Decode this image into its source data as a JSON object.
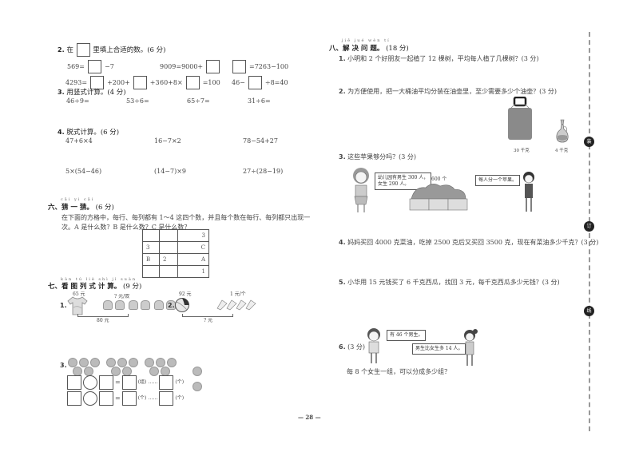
{
  "left_page": {
    "q2": {
      "num": "2.",
      "title_pre": "在",
      "title_post": "里填上合适的数。(6 分)",
      "rows": [
        [
          {
            "pre": "569=",
            "post": "−7"
          },
          {
            "pre": "9009=9000+",
            "post": ""
          },
          {
            "pre": "",
            "post": "=7263−100"
          }
        ]
      ],
      "row2": {
        "a_pre": "4293=",
        "a_mid1": "+200+",
        "a_post": "+3",
        "b_pre": "60+8×",
        "b_post": "=100",
        "c_pre": "46−",
        "c_post": "÷8=40"
      }
    },
    "q3": {
      "num": "3.",
      "title": "用竖式计算。(4 分)",
      "items": [
        "46÷9=",
        "53÷6=",
        "65÷7=",
        "31÷6="
      ]
    },
    "q4": {
      "num": "4.",
      "title": "脱式计算。(6 分)",
      "row1": [
        "47+6×4",
        "16−7×2",
        "78−54+27"
      ],
      "row2": [
        "5×(54−46)",
        "(14−7)×9",
        "27÷(28−19)"
      ]
    },
    "s6": {
      "pinyin": "cāi yi cāi",
      "title": "六、猜 一 猜。",
      "score": "(6 分)",
      "desc_line1": "在下面的方格中，每行、每列都有 1～4 这四个数，并且每个数在每行、每列都只出现一",
      "desc_line2": "次。A 是什么数？B 是什么数？C 是什么数？",
      "grid": [
        [
          "",
          "",
          "3"
        ],
        [
          "3",
          "",
          "C"
        ],
        [
          "B",
          "2",
          "A"
        ],
        [
          "",
          "",
          "1"
        ]
      ]
    },
    "s7": {
      "pinyin": "kàn tú liè shì jì suàn",
      "title": "七、看 图 列 式 计 算。",
      "score": "(9 分)",
      "p1": {
        "num": "1.",
        "shirt_price": "65 元",
        "cake_price": "? 元/双",
        "total": "80 元"
      },
      "p2": {
        "num": "2.",
        "ball_price": "92 元",
        "shuttle_price": "1 元/个",
        "total": "? 元"
      },
      "p3": {
        "num": "3.",
        "row1_unit1": "(组)",
        "row1_dots": "……",
        "row1_unit2": "(个)",
        "row2_unit1": "(个)",
        "row2_dots": "……",
        "row2_unit2": "(个)",
        "eq": "="
      }
    }
  },
  "right_page": {
    "s8": {
      "pinyin": "jiě jué wèn tí",
      "title": "八、解 决 问 题。",
      "score": "(18 分)"
    },
    "q1": {
      "num": "1.",
      "text": "小明和 2 个好朋友一起植了 12 棵树，平均每人植了几棵树？(3 分)"
    },
    "q2": {
      "num": "2.",
      "text": "为方便使用，把一大桶油平均分装在油壶里，至少需要多少个油壶？(3 分)",
      "big_label": "30 千克",
      "small_label": "4 千克"
    },
    "q3": {
      "num": "3.",
      "text": "这些苹果够分吗？(3 分)",
      "teacher_bubble_l1": "幼儿园有男生 300 人，",
      "teacher_bubble_l2": "女生 290 人。",
      "apples_label": "600 个",
      "girl_bubble": "每人分一个苹果。"
    },
    "q4": {
      "num": "4.",
      "text": "妈妈买回 4000 克菜油，吃掉 2500 克后又买回 3500 克，现在有菜油多少千克？(3 分)"
    },
    "q5": {
      "num": "5.",
      "text": "小华用 15 元钱买了 6 千克西瓜，找回 3 元，每千克西瓜多少元钱？(3 分)"
    },
    "q6": {
      "num": "6.",
      "score": "(3 分)",
      "boy_bubble": "有 46 个男生。",
      "girl_bubble": "男生比女生多 14 人。",
      "question": "每 8 个女生一组，可以分成多少组？"
    }
  },
  "binding": {
    "knots": [
      "装",
      "订",
      "线"
    ]
  },
  "footer": {
    "page_number": "— 28 —"
  }
}
